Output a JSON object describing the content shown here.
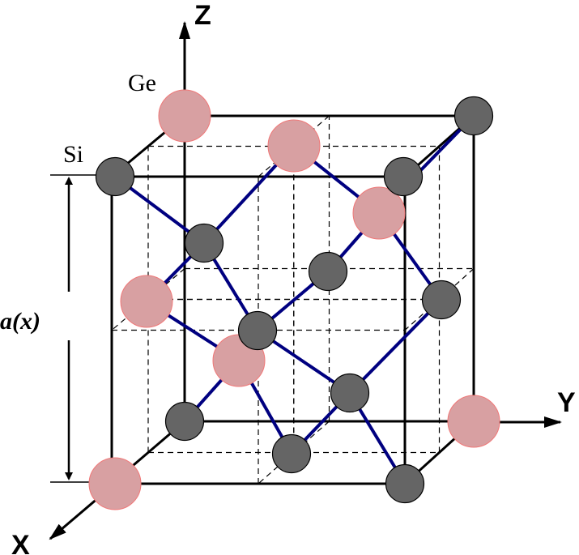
{
  "diagram": {
    "axes": {
      "z": "Z",
      "y": "Y",
      "x": "X"
    },
    "atom_labels": {
      "ge": "Ge",
      "si": "Si"
    },
    "dimension_label": "a(x)",
    "colors": {
      "ge": "#d8a0a2",
      "ge_stroke": "#f07878",
      "si": "#656565",
      "bond": "#000080",
      "edge": "#000000"
    }
  }
}
